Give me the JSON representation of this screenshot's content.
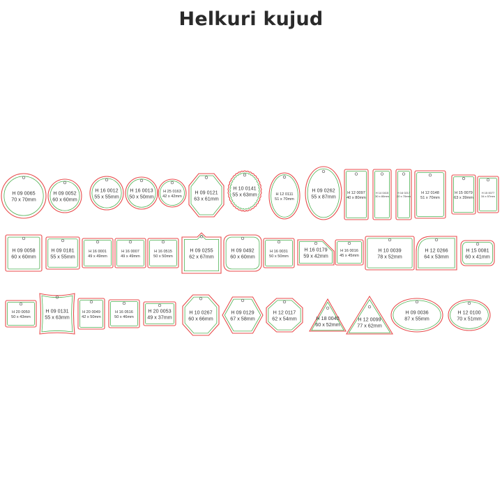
{
  "title": "Helkuri kujud",
  "colors": {
    "outer": "#e84a4a",
    "inner": "#4caf50",
    "hole": "#555555",
    "text": "#333333"
  },
  "rows": [
    [
      {
        "code": "H 09 0065",
        "size": "70 x 70mm",
        "shape": "circle"
      },
      {
        "code": "H 09 0052",
        "size": "60 x 60mm",
        "shape": "circle"
      },
      {
        "code": "H 16 0012",
        "size": "55 x 55mm",
        "shape": "circle"
      },
      {
        "code": "H 16 0013",
        "size": "50 x 50mm",
        "shape": "circle"
      },
      {
        "code": "H 25 0163",
        "size": "42 x 42mm",
        "shape": "circle"
      },
      {
        "code": "H 09 0121",
        "size": "63 x 61mm",
        "shape": "octagon"
      },
      {
        "code": "H 10 0141",
        "size": "55 x 63mm",
        "shape": "scallop"
      },
      {
        "code": "H 12 0111",
        "size": "51 x 70mm",
        "shape": "oval"
      },
      {
        "code": "H 09 0262",
        "size": "55 x 87mm",
        "shape": "oval"
      },
      {
        "code": "H 12 0097",
        "size": "40 x 80mm",
        "shape": "rect"
      },
      {
        "code": "H 14 0415",
        "size": "30 x 80mm",
        "shape": "rect"
      },
      {
        "code": "H 16 0217",
        "size": "20 x 70mm",
        "shape": "rect"
      },
      {
        "code": "H 12 0148",
        "size": "51 x 70mm",
        "shape": "rect"
      },
      {
        "code": "H 15 0079",
        "size": "63 x 39mm",
        "shape": "rect"
      },
      {
        "code": "H 15 0077",
        "size": "34 x 57mm",
        "shape": "rect"
      }
    ],
    [
      {
        "code": "H 09 0058",
        "size": "60 x 60mm",
        "shape": "rect"
      },
      {
        "code": "H 09 0181",
        "size": "55 x 55mm",
        "shape": "rect"
      },
      {
        "code": "H 16 0001",
        "size": "49 x 49mm",
        "shape": "rect"
      },
      {
        "code": "H 16 0007",
        "size": "49 x 49mm",
        "shape": "rect"
      },
      {
        "code": "H 16 0515",
        "size": "50 x 50mm",
        "shape": "rect"
      },
      {
        "code": "H 09 0255",
        "size": "62 x 67mm",
        "shape": "tabrect"
      },
      {
        "code": "H 09 0492",
        "size": "60 x 60mm",
        "shape": "roundrect"
      },
      {
        "code": "H 16 0031",
        "size": "50 x 50mm",
        "shape": "rect"
      },
      {
        "code": "H 16 0179",
        "size": "59 x 42mm",
        "shape": "dogear"
      },
      {
        "code": "H 16 0016",
        "size": "45 x 45mm",
        "shape": "rect"
      },
      {
        "code": "H 10 0039",
        "size": "78 x 52mm",
        "shape": "rect"
      },
      {
        "code": "H 12 0266",
        "size": "64 x 53mm",
        "shape": "roundcorner"
      },
      {
        "code": "H 15 0081",
        "size": "60 x 41mm",
        "shape": "roundrect"
      }
    ],
    [
      {
        "code": "H 20 0050",
        "size": "50 x 43mm",
        "shape": "rect"
      },
      {
        "code": "H 09 0131",
        "size": "55 x 63mm",
        "shape": "barrel"
      },
      {
        "code": "H 20 0049",
        "size": "42 x 50mm",
        "shape": "rect"
      },
      {
        "code": "H 16 0516",
        "size": "50 x 46mm",
        "shape": "rect"
      },
      {
        "code": "H 20 0053",
        "size": "49 x 37mm",
        "shape": "rect"
      },
      {
        "code": "H 10 0267",
        "size": "60 x 66mm",
        "shape": "octagon"
      },
      {
        "code": "H 09 0129",
        "size": "67 x 58mm",
        "shape": "hexagon"
      },
      {
        "code": "H 12 0117",
        "size": "62 x 54mm",
        "shape": "octagon"
      },
      {
        "code": "H 18 0040",
        "size": "60 x 52mm",
        "shape": "triangle"
      },
      {
        "code": "H 12 0099",
        "size": "77 x 62mm",
        "shape": "triangle"
      },
      {
        "code": "H 09 0036",
        "size": "87 x 55mm",
        "shape": "oval"
      },
      {
        "code": "H 12 0100",
        "size": "70 x 51mm",
        "shape": "oval"
      }
    ]
  ]
}
